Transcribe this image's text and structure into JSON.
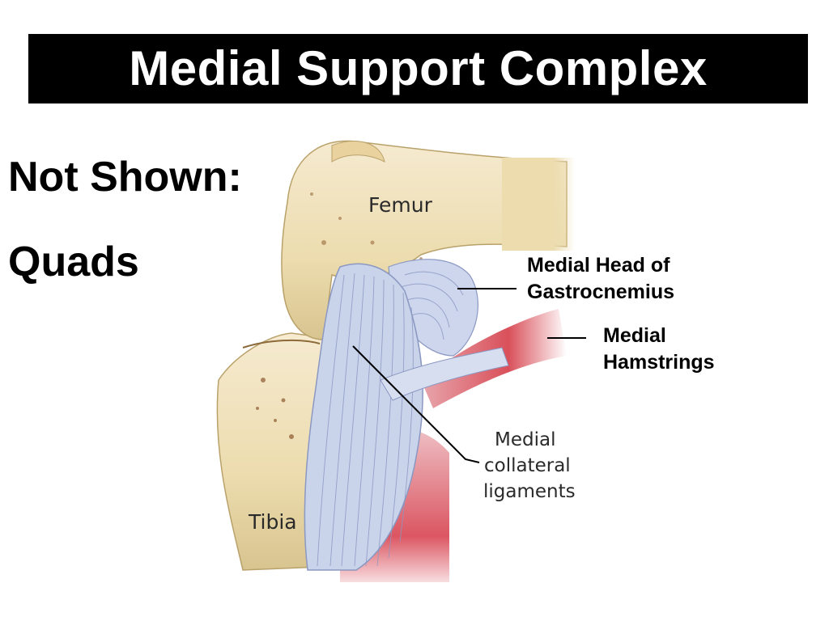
{
  "title": "Medial Support Complex",
  "side_notes": {
    "line1": "Not Shown:",
    "line2": "Quads"
  },
  "illustration_labels": {
    "femur": "Femur",
    "tibia": "Tibia",
    "mcl_line1": "Medial",
    "mcl_line2": "collateral",
    "mcl_line3": "ligaments"
  },
  "callouts": {
    "gastroc_line1": "Medial Head of",
    "gastroc_line2": "Gastrocnemius",
    "hamstrings_line1": "Medial",
    "hamstrings_line2": "Hamstrings"
  },
  "colors": {
    "bone": "#f1e4bd",
    "bone_shadow": "#d9c48e",
    "ligament": "#c9d3ea",
    "ligament_line": "#8b98c2",
    "muscle": "#d9505a"
  }
}
